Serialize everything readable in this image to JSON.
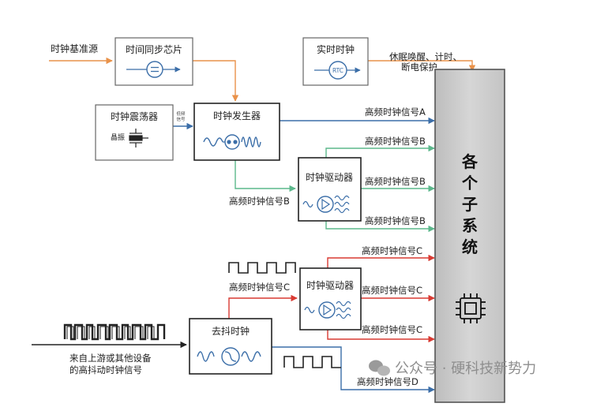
{
  "nodes": {
    "ref_source": "时钟基准源",
    "sync_chip": "时间同步芯片",
    "rtc": "实时时钟",
    "rtc_badge": "RTC",
    "rtc_output_line1": "休眠唤醒、计时、",
    "rtc_output_line2": "断电保护",
    "oscillator": "时钟震荡器",
    "crystal": "晶振",
    "small_label_line1": "低频",
    "small_label_line2": "信号",
    "generator": "时钟发生器",
    "driver_1": "时钟驱动器",
    "driver_2": "时钟驱动器",
    "debounce": "去抖时钟",
    "input_line1": "来自上游或其他设备",
    "input_line2": "的高抖动时钟信号",
    "subsystems": "各个子系统"
  },
  "signals": {
    "A": "高频时钟信号A",
    "B": "高频时钟信号B",
    "C": "高频时钟信号C",
    "D": "高频时钟信号D"
  },
  "watermark": "公众号 · 硬科技新势力",
  "colors": {
    "orange": "#e9924a",
    "blue": "#3b6ea8",
    "green": "#5cb88c",
    "red": "#d93a32",
    "panel": "#c8c8c8"
  }
}
